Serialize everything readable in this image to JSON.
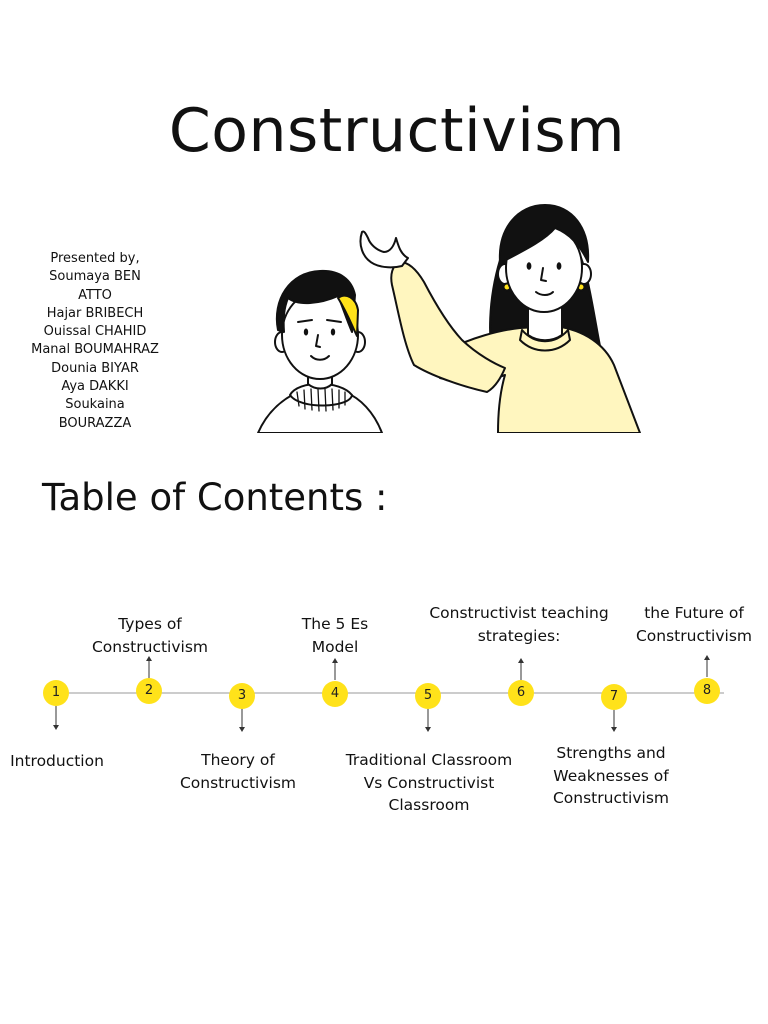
{
  "title": "Constructivism",
  "presenters": [
    "Presented by,",
    "Soumaya BEN",
    "ATTO",
    "Hajar BRIBECH",
    "Ouissal CHAHID",
    "Manal BOUMAHRAZ",
    "Dounia BIYAR",
    "Aya DAKKI",
    "Soukaina",
    "BOURAZZA"
  ],
  "toc_heading": "Table of Contents :",
  "items": [
    {
      "num": "1",
      "lines": [
        "Introduction"
      ]
    },
    {
      "num": "2",
      "lines": [
        "Types of",
        "Constructivism"
      ]
    },
    {
      "num": "3",
      "lines": [
        "Theory of",
        "Constructivism"
      ]
    },
    {
      "num": "4",
      "lines": [
        "The 5 Es",
        "Model"
      ]
    },
    {
      "num": "5",
      "lines": [
        "Traditional Classroom",
        "Vs Constructivist",
        "Classroom"
      ]
    },
    {
      "num": "6",
      "lines": [
        "Constructivist teaching",
        "strategies:"
      ]
    },
    {
      "num": "7",
      "lines": [
        "Strengths and",
        "Weaknesses of",
        "Constructivism"
      ]
    },
    {
      "num": "8",
      "lines": [
        "the Future of",
        "Constructivism"
      ]
    }
  ],
  "colors": {
    "accent": "#ffe21a",
    "sweater": "#fff6bf"
  }
}
